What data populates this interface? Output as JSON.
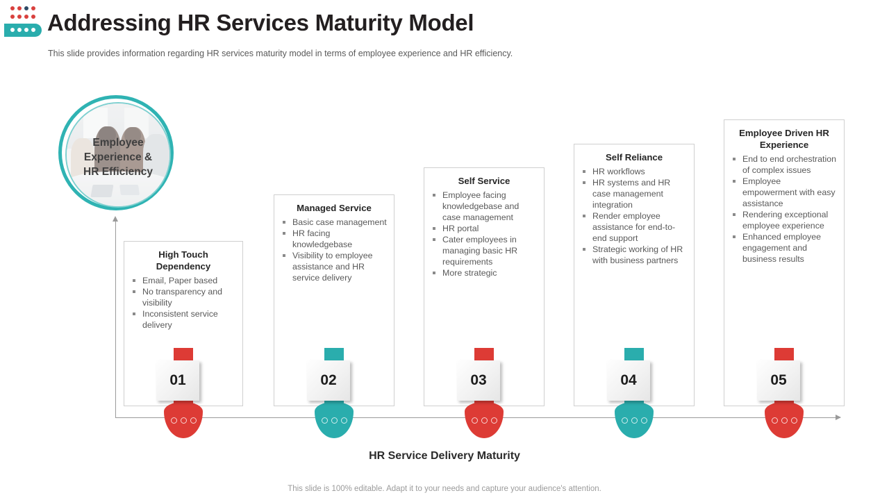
{
  "header": {
    "title": "Addressing HR Services Maturity Model",
    "subtitle": "This slide provides information regarding HR services maturity model in terms of employee experience and HR efficiency.",
    "logo": {
      "name": "company-dots-logo",
      "red": "#D9413E",
      "navy": "#2E4A66",
      "teal": "#2AADAD",
      "white": "#FFFFFF"
    }
  },
  "circle": {
    "label_line1": "Employee",
    "label_line2": "Experience &",
    "label_line3": "HR Efficiency",
    "ring_color": "#2FB3B3"
  },
  "axis": {
    "caption": "HR Service Delivery Maturity"
  },
  "colors": {
    "red": "#DD3B35",
    "teal": "#2AADAD",
    "text_dark": "#262626",
    "text_body": "#595959",
    "border": "#CFCFCF"
  },
  "stages": [
    {
      "number": "01",
      "title": "High Touch Dependency",
      "color": "#DD3B35",
      "bullets": [
        "Email, Paper based",
        "No transparency and visibility",
        "Inconsistent service delivery"
      ]
    },
    {
      "number": "02",
      "title": "Managed Service",
      "color": "#2AADAD",
      "bullets": [
        "Basic case management",
        "HR facing knowledgebase",
        "Visibility to employee assistance and HR service delivery"
      ]
    },
    {
      "number": "03",
      "title": "Self Service",
      "color": "#DD3B35",
      "bullets": [
        "Employee facing knowledgebase and case management",
        "HR portal",
        "Cater employees in managing basic HR requirements",
        "More strategic"
      ]
    },
    {
      "number": "04",
      "title": "Self Reliance",
      "color": "#2AADAD",
      "bullets": [
        "HR workflows",
        "HR systems and HR case management integration",
        "Render employee assistance for end-to-end support",
        "Strategic working of HR with business partners"
      ]
    },
    {
      "number": "05",
      "title": "Employee Driven HR Experience",
      "color": "#DD3B35",
      "bullets": [
        "End to end orchestration of complex issues",
        "Employee empowerment with easy assistance",
        "Rendering exceptional employee experience",
        "Enhanced employee engagement and business results"
      ]
    }
  ],
  "footer": {
    "note": "This slide is 100% editable. Adapt it to your needs and capture your audience's attention."
  }
}
